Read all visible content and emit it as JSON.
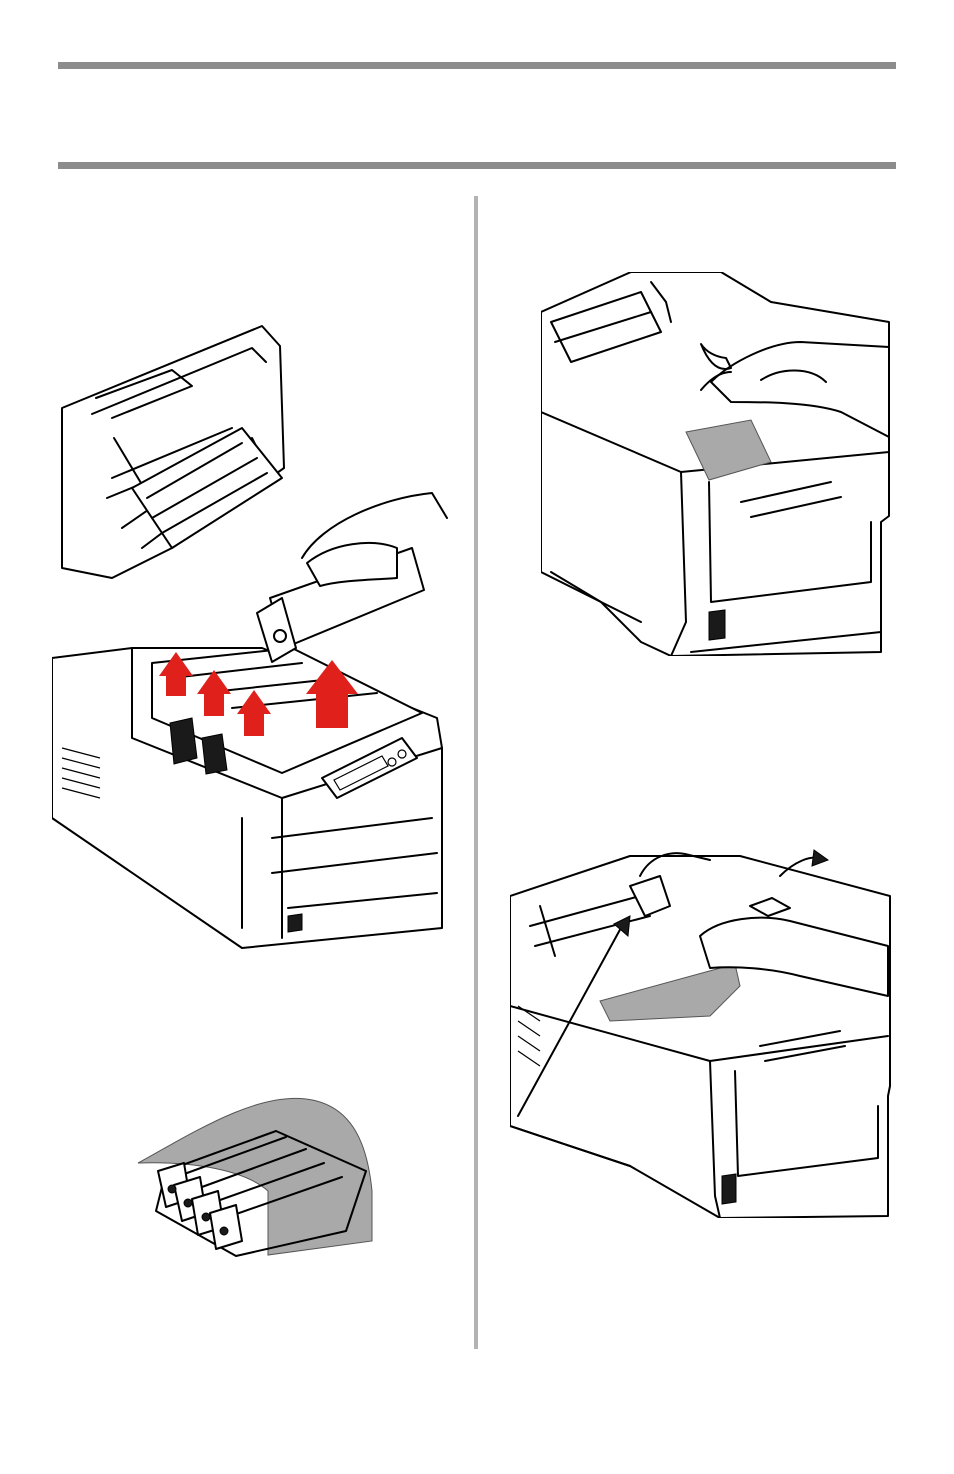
{
  "page": {
    "background": "#ffffff",
    "rule_color": "#8c8c8c",
    "divider_color": "#b3b3b3"
  },
  "figures": {
    "printer_open": {
      "icon": "printer-open-remove-image-drums-illustration",
      "arrow_color": "#e0201b",
      "arrow_count": 4
    },
    "drums_covered": {
      "icon": "image-drums-covered-with-paper-illustration"
    },
    "jam_remove_1": {
      "icon": "remove-jammed-paper-hands-illustration"
    },
    "jam_remove_2": {
      "icon": "remove-jammed-paper-fuser-lever-illustration"
    }
  }
}
